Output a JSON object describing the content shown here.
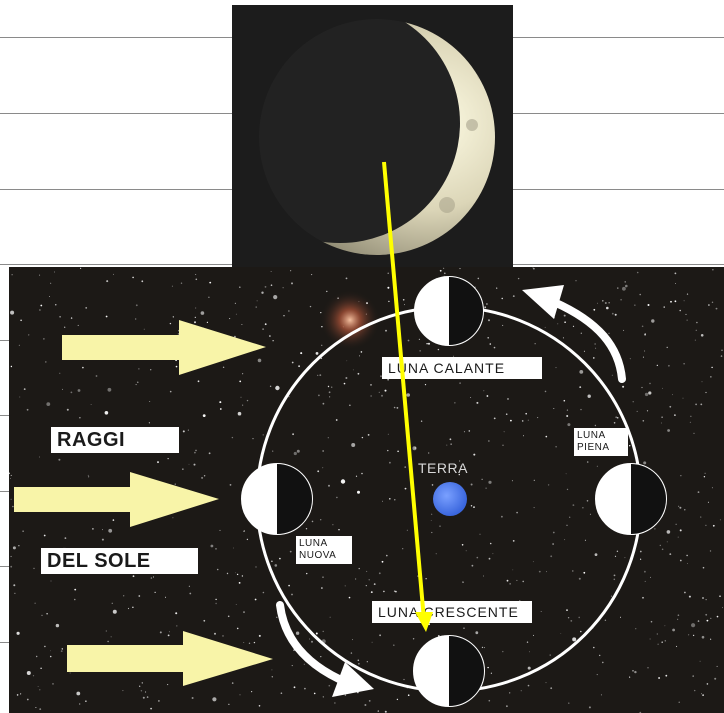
{
  "labels": {
    "raggi": "RAGGI",
    "del_sole": "DEL  SOLE",
    "terra": "TERRA",
    "luna_calante": "LUNA  CALANTE",
    "luna_crescente": "LUNA CRESCENTE",
    "luna_piena_1": "LUNA",
    "luna_piena_2": "PIENA",
    "luna_nuova_1": "LUNA",
    "luna_nuova_2": "NUOVA"
  },
  "colors": {
    "sun_arrow": "#f8f4a8",
    "earth": "#4f7ff0",
    "pointer_line": "#ffff00",
    "orbit": "#ffffff",
    "moon_dark_half": "#111111",
    "moon_light_half": "#ffffff",
    "space_background": "#1c1916"
  },
  "icons": {
    "sun_rays": "right-arrow-icon",
    "orbit_direction": "curved-arrow-icon",
    "moon_phase": "half-moon-icon",
    "earth": "earth-icon"
  }
}
